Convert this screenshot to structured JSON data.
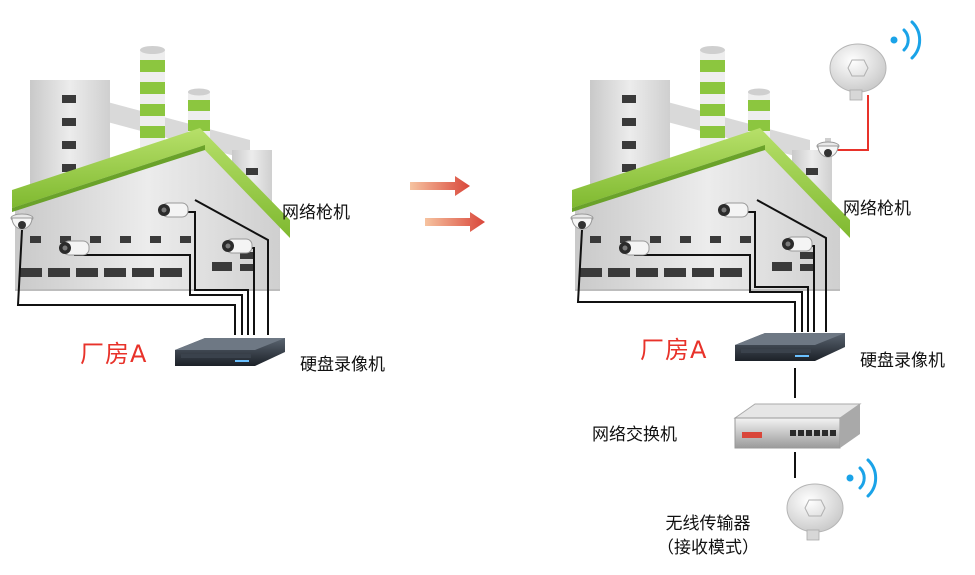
{
  "left": {
    "camera_label": "网络枪机",
    "factory_label": "厂房A",
    "dvr_label": "硬盘录像机"
  },
  "right": {
    "camera_label": "网络枪机",
    "factory_label": "厂房A",
    "dvr_label": "硬盘录像机",
    "switch_label": "网络交换机",
    "wireless_label_line1": "无线传输器",
    "wireless_label_line2": "（接收模式）"
  },
  "colors": {
    "accent_green": "#8cc63f",
    "accent_red": "#e8322a",
    "arrow": "#d9463a",
    "signal_blue": "#1aa3e8"
  }
}
